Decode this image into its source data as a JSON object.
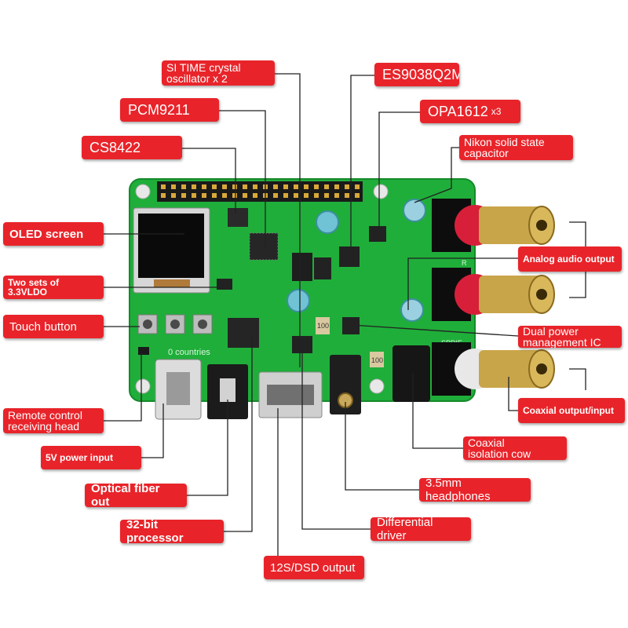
{
  "labels": {
    "si_time": "SI TIME crystal\noscillator x 2",
    "es9038": "ES9038Q2M",
    "pcm9211": "PCM9211",
    "opa1612": "OPA1612",
    "opa1612_suffix": "x3",
    "cs8422": "CS8422",
    "nikon": "Nikon solid state\ncapacitor",
    "oled": "OLED screen",
    "analog_out": "Analog audio output",
    "vldo": "Two sets of 3.3VLDO",
    "touch": "Touch button",
    "dual_power": "Dual power\nmanagement IC",
    "remote": "Remote control\nreceiving head",
    "coaxial_out": "Coaxial output/input",
    "power_5v": "5V power input",
    "coaxial_iso": "Coaxial\nisolation cow",
    "optical": "Optical fiber out",
    "headphones": "3.5mm headphones",
    "processor": "32-bit processor",
    "diff_driver": "Differential driver",
    "i2s": "12S/DSD output"
  },
  "board": {
    "silk_countries": "0 countries",
    "silk_spdif": "SPDIF",
    "chip_mark_1": "100",
    "chip_mark_2": "100",
    "jack_r": "R"
  },
  "colors": {
    "label_bg": "#e8242a",
    "board": "#1fae3a",
    "leader": "#222222"
  }
}
